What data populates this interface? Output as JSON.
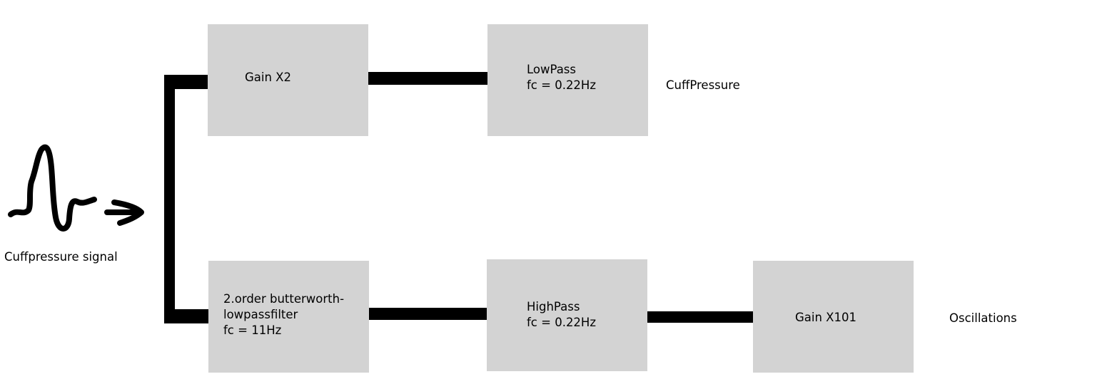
{
  "input": {
    "label": "Cuffpressure signal"
  },
  "blocks": {
    "gain_x2": {
      "line1": "Gain X2"
    },
    "lowpass": {
      "line1": "LowPass",
      "line2": "fc = 0.22Hz"
    },
    "butterworth": {
      "line1": "2.order butterworth-",
      "line2": "lowpassfilter",
      "line3": "fc = 11Hz"
    },
    "highpass": {
      "line1": "HighPass",
      "line2": "fc = 0.22Hz"
    },
    "gain_x101": {
      "line1": "Gain X101"
    }
  },
  "outputs": {
    "cuff_pressure": "CuffPressure",
    "oscillations": "Oscillations"
  },
  "colors": {
    "block_fill": "#d3d3d3",
    "wire": "#000000",
    "background": "#ffffff"
  },
  "icons": {
    "signal": "pulse-waveform-icon",
    "arrow": "arrow-right-icon"
  }
}
